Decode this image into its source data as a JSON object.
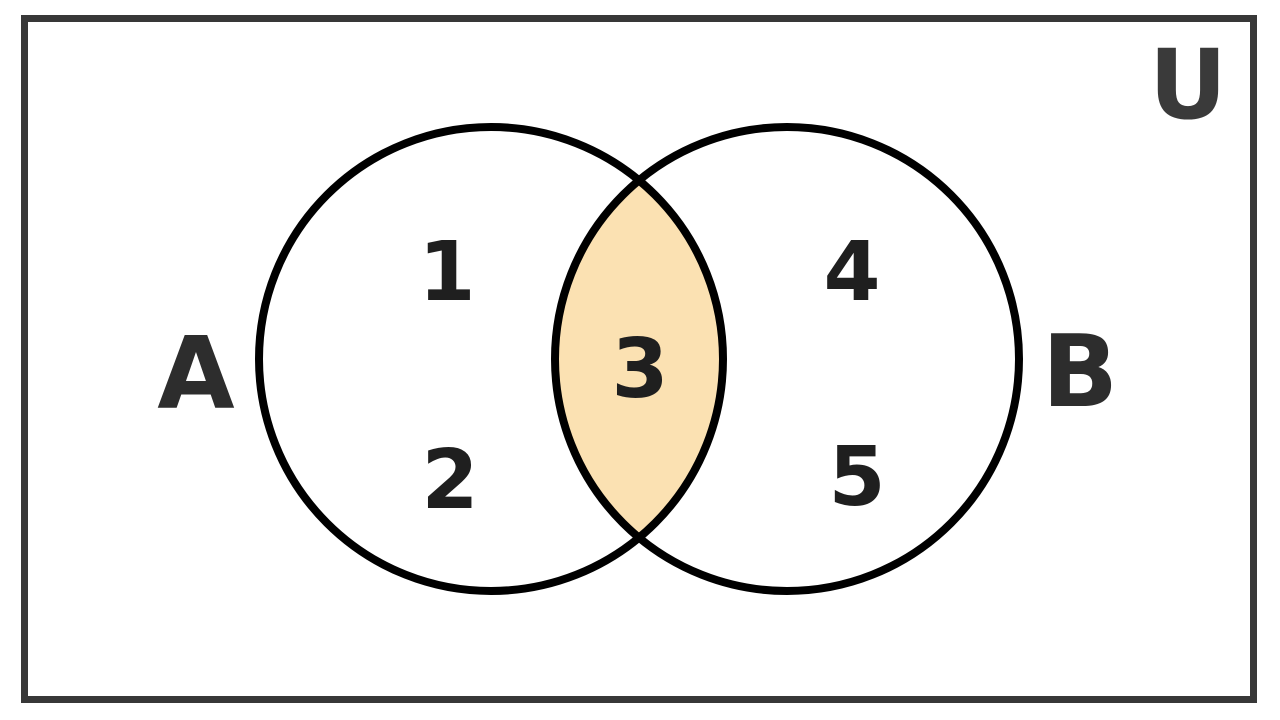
{
  "diagram": {
    "title_semantic": "venn-diagram-two-sets",
    "universe_label": "U",
    "set_a": {
      "label": "A",
      "exclusive_elements": [
        "1",
        "2"
      ]
    },
    "set_b": {
      "label": "B",
      "exclusive_elements": [
        "4",
        "5"
      ]
    },
    "intersection": {
      "elements": [
        "3"
      ],
      "shaded": true
    }
  },
  "colors": {
    "background": "#ffffff",
    "border_stroke": "#383838",
    "circle_stroke": "#000000",
    "intersection_fill": "#FBE1B2",
    "set_label_color": "#2D2D2D",
    "universe_label_color": "#3A3A3A",
    "element_color": "#1F1F1F"
  }
}
